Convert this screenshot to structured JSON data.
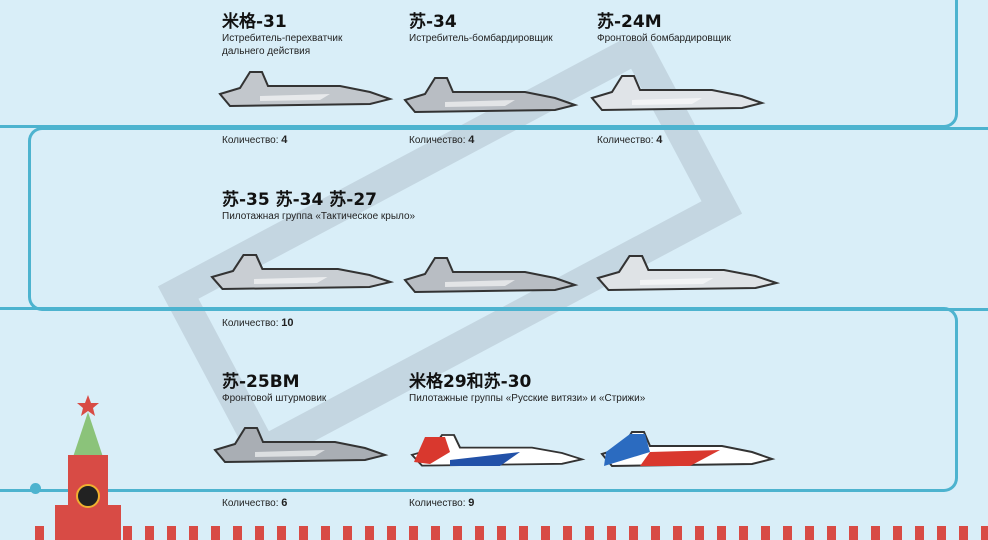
{
  "count_label": "Количество:",
  "sections": [
    {
      "items": [
        {
          "title": "米格-31",
          "subtitle": "Истребитель-перехватчик дальнего действия",
          "count": "4"
        },
        {
          "title": "苏-34",
          "subtitle": "Истребитель-бомбардировщик",
          "count": "4"
        },
        {
          "title": "苏-24M",
          "subtitle": "Фронтовой бомбардировщик",
          "count": "4"
        }
      ]
    },
    {
      "items": [
        {
          "title": "苏-35 苏-34 苏-27",
          "subtitle": "Пилотажная группа «Тактическое крыло»",
          "count": "10"
        }
      ]
    },
    {
      "items": [
        {
          "title": "苏-25BM",
          "subtitle": "Фронтовой штурмовик",
          "count": "6"
        },
        {
          "title": "米格29和苏-30",
          "subtitle": "Пилотажные группы «Русские витязи» и «Стрижи»",
          "count": "9"
        }
      ]
    }
  ],
  "colors": {
    "accent": "#4db3cf",
    "background": "#d9eef8",
    "kremlin": "#d84b45",
    "plane": "#b9bec4"
  }
}
